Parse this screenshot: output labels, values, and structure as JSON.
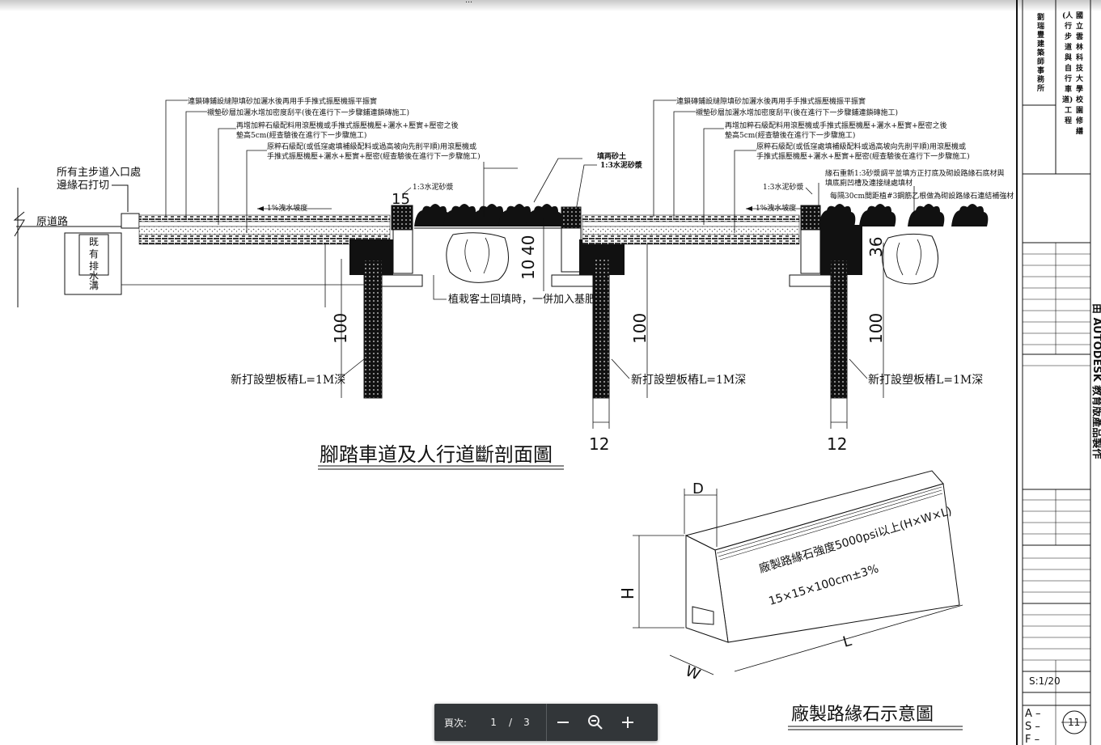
{
  "top_title_partial": "…",
  "section_title": "腳踏車道及人行道斷剖面圖",
  "curb_title": "廠製路緣石示意圖",
  "curb_text": {
    "line1": "廠製路緣石強度5000psi以上(H×W×L)",
    "line2": "15×15×100cm±3%",
    "dim_D": "D",
    "dim_H": "H",
    "dim_W": "W",
    "dim_L": "L"
  },
  "section_left": {
    "entrance_note1": "所有主步道入口處",
    "entrance_note2": "邊緣石打切",
    "road": "原道路",
    "ditch": [
      "既",
      "有",
      "排",
      "水",
      "溝"
    ],
    "notes": [
      "連鎖磚鋪設縫隙填砂加灑水後再用手手推式振壓機振平振實",
      "襯墊砂層加灑水增加密度刮平(後在進行下一步驟鋪連鎖磚施工)",
      "再增加粹石級配料用滾壓機或手推式振壓機壓+灑水+壓實+壓密之後",
      "墊高5cm(經查驗後在進行下一步驟施工)",
      "原粹石級配(或低窪處填補級配料或過高坡向先削平順)用滾壓機或",
      "手推式振壓機壓+灑水+壓實+壓密(經查驗後在進行下一步驟施工)"
    ],
    "slope": "1%洩水坡度",
    "mortar": "1:3水泥砂漿",
    "pile": "新打設塑板樁L=1M深",
    "dim_100": "100",
    "dim_15": "15",
    "dim_40": "40",
    "dim_10": "10"
  },
  "planting": {
    "fill_label": "填两砂土",
    "mortar_label": "1:3水泥砂漿",
    "soil_note": "植栽客土回填時，一併加入基肥",
    "dim_100": "100",
    "dim_12": "12",
    "pile": "新打設塑板樁L=1M深"
  },
  "section_right": {
    "notes": [
      "連鎖磚鋪設縫隙填砂加灑水後再用手手推式振壓機振平振實",
      "襯墊砂層加灑水增加密度刮平(後在進行下一步驟鋪連鎖磚施工)",
      "再增加粹石級配料用滾壓機或手推式振壓機壓+灑水+壓實+壓密之後",
      "墊高5cm(經查驗後在進行下一步驟施工)",
      "原粹石級配(或低窪處填補級配料或過高坡向先削平順)用滾壓機或",
      "手推式振壓機壓+灑水+壓實+壓密(經查驗後在進行下一步驟施工)"
    ],
    "curb_notes": [
      "緣石重新1:3砂漿調平並填方正打底及砌設路緣石底材與",
      "填底廁凹槽及連接縫處填材",
      "每隔30cm間距植#3鋼筋乙根做為砌設路緣石連結補強材"
    ],
    "mortar": "1:3水泥砂漿",
    "slope": "1%洩水坡度",
    "pile": "新打設塑板樁L=1M深",
    "dim_100": "100",
    "dim_12": "12",
    "dim_36": "36"
  },
  "title_block": {
    "project": [
      "國",
      "立",
      "雲",
      "林",
      "科",
      "技",
      "大",
      "學",
      "校",
      "園",
      "修",
      "繕"
    ],
    "project2": [
      "(人",
      "行",
      "步",
      "道",
      "與",
      "自",
      "行",
      "車",
      "道)",
      "工",
      "程"
    ],
    "firm": [
      "劉",
      "瑞",
      "豐",
      "建",
      "築",
      "師",
      "事",
      "務",
      "所"
    ],
    "watermark": "由 AUTODESK 教育版產品製作",
    "scale": "S:1/20",
    "codes": [
      "A –",
      "S –",
      "F –"
    ],
    "sheet_no": "11"
  },
  "toolbar": {
    "page_label": "頁次:",
    "current_page": "1",
    "separator": "/",
    "total_pages": "3",
    "zoom_out_icon": "minus-icon",
    "fit_icon": "zoom-magnifier-icon",
    "zoom_in_icon": "plus-icon",
    "bg_color": "#323639"
  }
}
